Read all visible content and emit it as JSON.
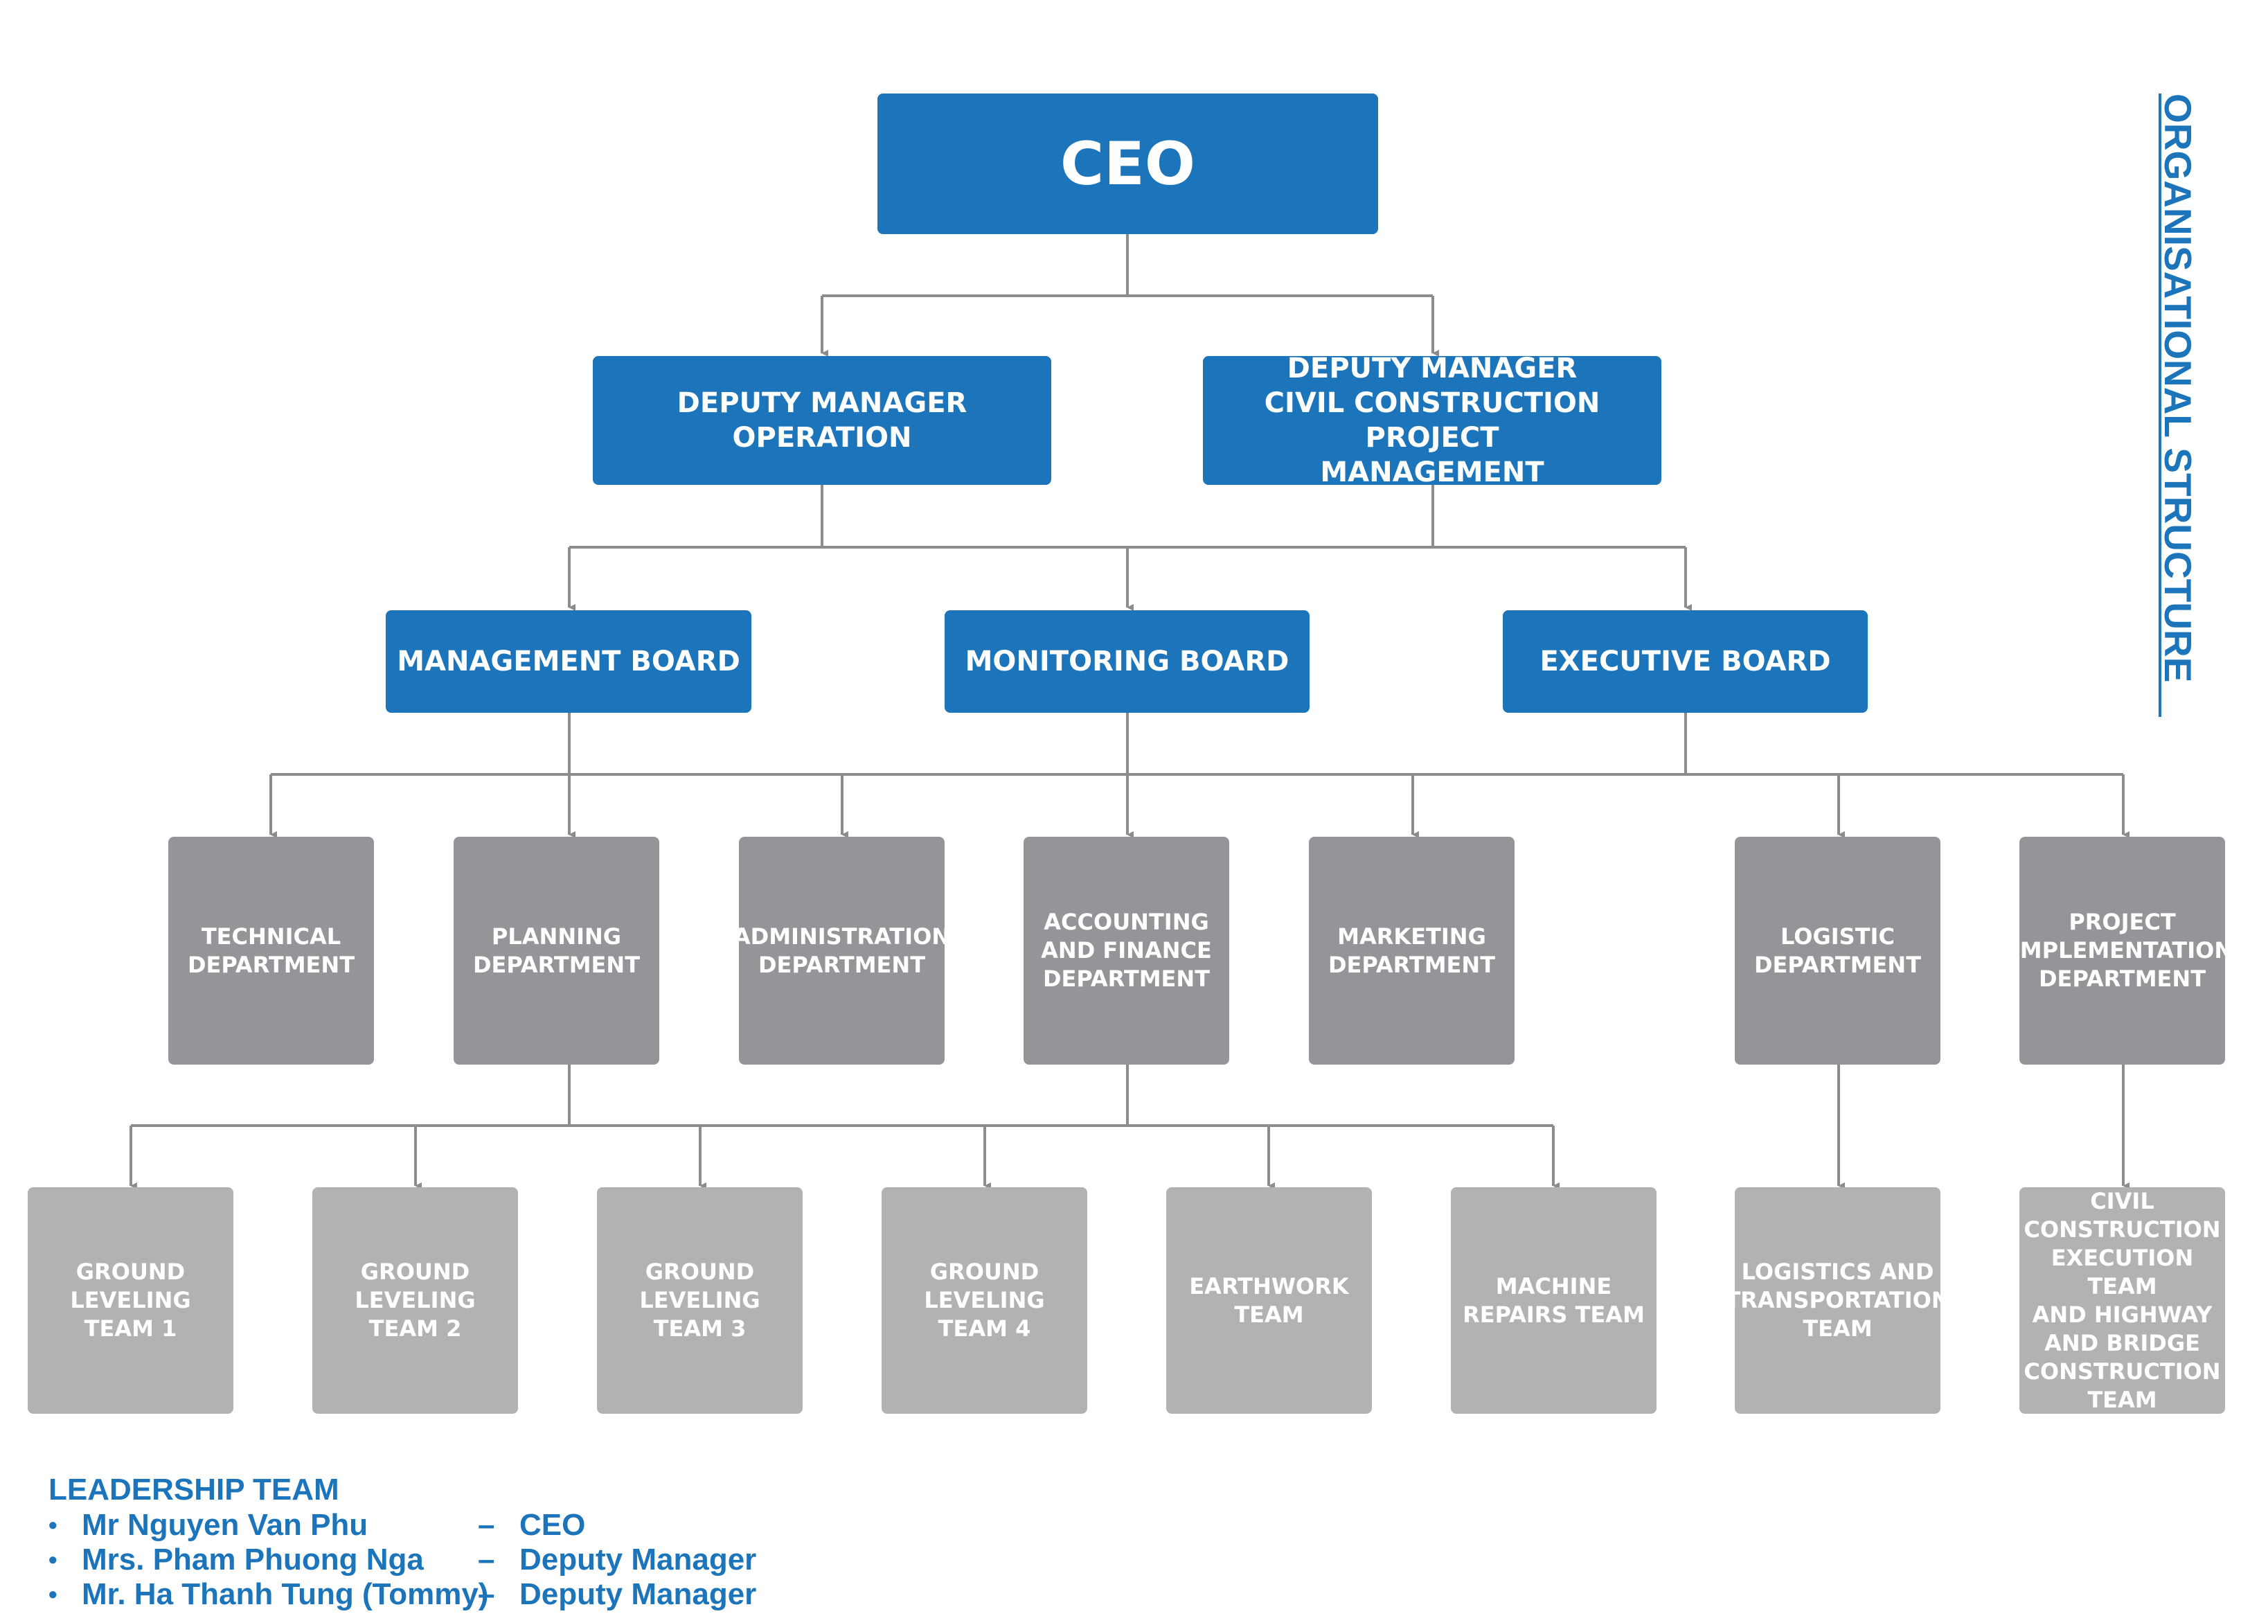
{
  "title": "ORGANISATIONAL STRUCTURE",
  "ceo": "CEO",
  "deputies": [
    "DEPUTY MANAGER\nOPERATION",
    "DEPUTY MANAGER\nCIVIL CONSTRUCTION PROJECT\nMANAGEMENT"
  ],
  "boards": [
    "MANAGEMENT BOARD",
    "MONITORING BOARD",
    "EXECUTIVE BOARD"
  ],
  "departments": [
    "TECHNICAL\nDEPARTMENT",
    "PLANNING\nDEPARTMENT",
    "ADMINISTRATION\nDEPARTMENT",
    "ACCOUNTING\nAND FINANCE\nDEPARTMENT",
    "MARKETING\nDEPARTMENT",
    "LOGISTIC\nDEPARTMENT",
    "PROJECT\nIMPLEMENTATION\nDEPARTMENT"
  ],
  "teams": [
    "GROUND\nLEVELING\nTEAM 1",
    "GROUND\nLEVELING\nTEAM 2",
    "GROUND\nLEVELING\nTEAM 3",
    "GROUND\nLEVELING\nTEAM 4",
    "EARTHWORK\nTEAM",
    "MACHINE\nREPAIRS TEAM",
    "LOGISTICS AND\nTRANSPORTATION\nTEAM",
    "CIVIL\nCONSTRUCTION\nEXECUTION TEAM\nAND HIGHWAY\nAND BRIDGE\nCONSTRUCTION\nTEAM"
  ],
  "leadership": {
    "heading": "LEADERSHIP TEAM",
    "members": [
      {
        "bullet": "•",
        "name": "Mr Nguyen Van Phu",
        "dash": "–",
        "role": "CEO"
      },
      {
        "bullet": "•",
        "name": "Mrs. Pham Phuong Nga",
        "dash": "–",
        "role": "Deputy Manager"
      },
      {
        "bullet": "•",
        "name": "Mr. Ha Thanh Tung (Tommy)",
        "dash": "–",
        "role": "Deputy Manager"
      }
    ]
  },
  "colors": {
    "primary": "#1c74ba",
    "department": "#939598",
    "team": "#b0b2b4",
    "connector": "#8c8c8c"
  }
}
